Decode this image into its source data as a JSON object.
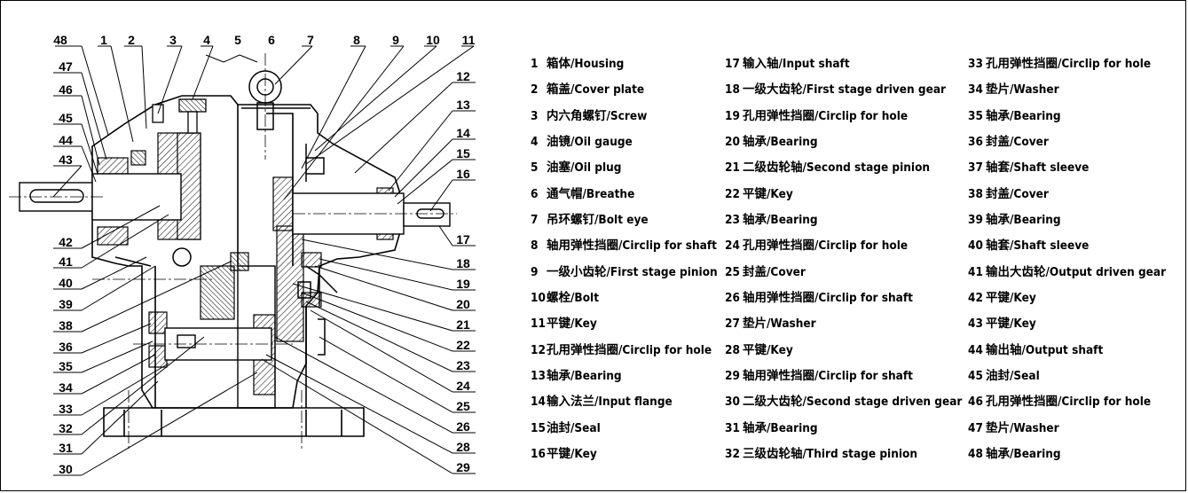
{
  "diagram": {
    "callouts_top": [
      "48",
      "1",
      "2",
      "3",
      "4",
      "5",
      "6",
      "7",
      "8",
      "9",
      "10",
      "11"
    ],
    "callouts_left": [
      "47",
      "46",
      "45",
      "44",
      "43",
      "42",
      "41",
      "40",
      "39",
      "38",
      "36",
      "35",
      "34",
      "33",
      "32",
      "31",
      "30"
    ],
    "callouts_right": [
      "12",
      "13",
      "14",
      "15",
      "16",
      "17",
      "18",
      "19",
      "20",
      "21",
      "22",
      "23",
      "24",
      "25",
      "26",
      "28",
      "29"
    ]
  },
  "parts": [
    [
      {
        "num": "1",
        "label": "箱体/Housing"
      },
      {
        "num": "2",
        "label": "箱盖/Cover plate"
      },
      {
        "num": "3",
        "label": "内六角螺钉/Screw"
      },
      {
        "num": "4",
        "label": "油镜/Oil gauge"
      },
      {
        "num": "5",
        "label": "油塞/Oil plug"
      },
      {
        "num": "6",
        "label": "通气帽/Breathe"
      },
      {
        "num": "7",
        "label": "吊环螺钉/Bolt eye"
      },
      {
        "num": "8",
        "label": "轴用弹性挡圈/Circlip for shaft"
      },
      {
        "num": "9",
        "label": "一级小齿轮/First stage pinion"
      },
      {
        "num": "10",
        "label": "螺栓/Bolt"
      },
      {
        "num": "11",
        "label": "平键/Key"
      },
      {
        "num": "12",
        "label": "孔用弹性挡圈/Circlip for hole"
      },
      {
        "num": "13",
        "label": "轴承/Bearing"
      },
      {
        "num": "14",
        "label": "输入法兰/Input flange"
      },
      {
        "num": "15",
        "label": "油封/Seal"
      },
      {
        "num": "16",
        "label": "平键/Key"
      }
    ],
    [
      {
        "num": "17",
        "label": "输入轴/Input shaft"
      },
      {
        "num": "18",
        "label": "一级大齿轮/First stage driven gear"
      },
      {
        "num": "19",
        "label": "孔用弹性挡圈/Circlip for hole"
      },
      {
        "num": "20",
        "label": "轴承/Bearing"
      },
      {
        "num": "21",
        "label": "二级齿轮轴/Second stage pinion"
      },
      {
        "num": "22",
        "label": "平键/Key"
      },
      {
        "num": "23",
        "label": "轴承/Bearing"
      },
      {
        "num": "24",
        "label": "孔用弹性挡圈/Circlip for hole"
      },
      {
        "num": "25",
        "label": "封盖/Cover"
      },
      {
        "num": "26",
        "label": "轴用弹性挡圈/Circlip for shaft"
      },
      {
        "num": "27",
        "label": "垫片/Washer"
      },
      {
        "num": "28",
        "label": "平键/Key"
      },
      {
        "num": "29",
        "label": "轴用弹性挡圈/Circlip for shaft"
      },
      {
        "num": "30",
        "label": "二级大齿轮/Second stage driven gear"
      },
      {
        "num": "31",
        "label": "轴承/Bearing"
      },
      {
        "num": "32",
        "label": "三级齿轮轴/Third stage pinion"
      }
    ],
    [
      {
        "num": "33",
        "label": "孔用弹性挡圈/Circlip for hole"
      },
      {
        "num": "34",
        "label": "垫片/Washer"
      },
      {
        "num": "35",
        "label": "轴承/Bearing"
      },
      {
        "num": "36",
        "label": "封盖/Cover"
      },
      {
        "num": "37",
        "label": "轴套/Shaft sleeve"
      },
      {
        "num": "38",
        "label": "封盖/Cover"
      },
      {
        "num": "39",
        "label": "轴承/Bearing"
      },
      {
        "num": "40",
        "label": "轴套/Shaft sleeve"
      },
      {
        "num": "41",
        "label": "输出大齿轮/Output driven gear"
      },
      {
        "num": "42",
        "label": "平键/Key"
      },
      {
        "num": "43",
        "label": "平键/Key"
      },
      {
        "num": "44",
        "label": "输出轴/Output shaft"
      },
      {
        "num": "45",
        "label": "油封/Seal"
      },
      {
        "num": "46",
        "label": "孔用弹性挡圈/Circlip for hole"
      },
      {
        "num": "47",
        "label": "垫片/Washer"
      },
      {
        "num": "48",
        "label": "轴承/Bearing"
      }
    ]
  ]
}
